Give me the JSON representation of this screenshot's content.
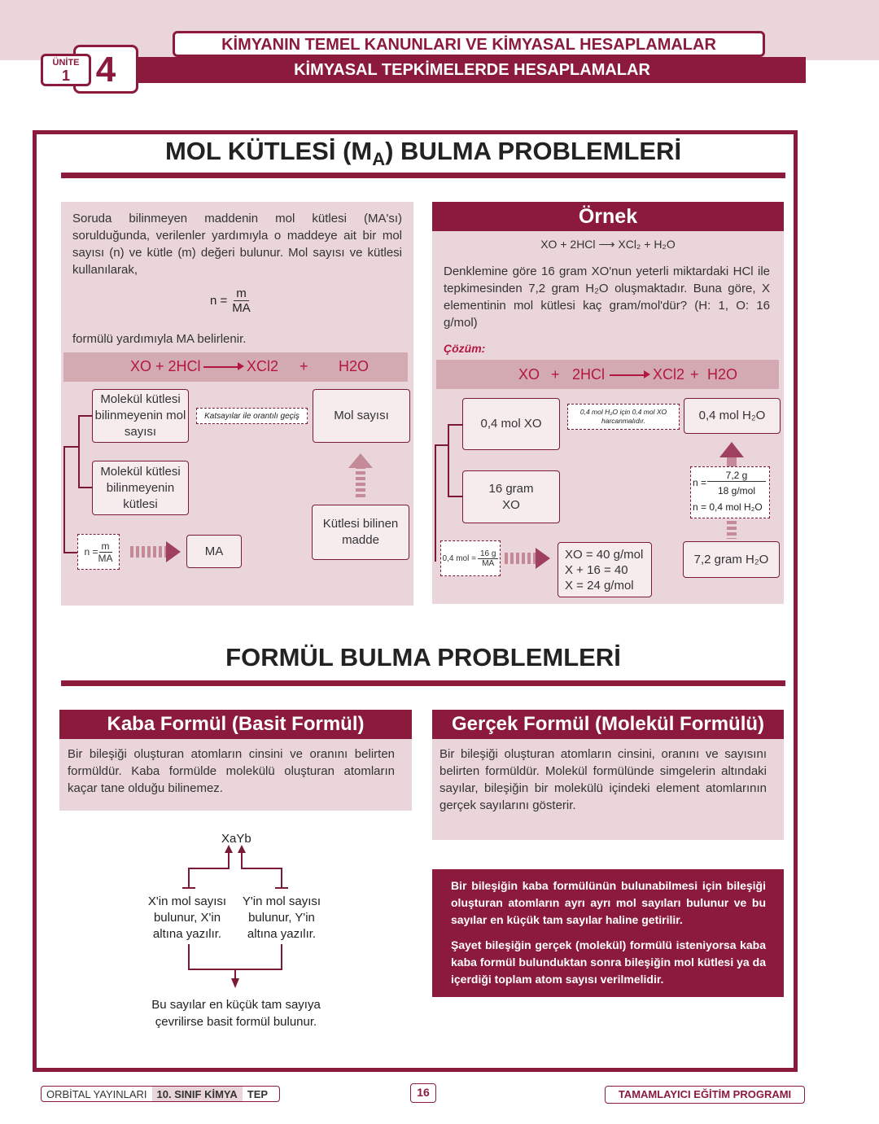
{
  "header": {
    "unit_label": "ÜNİTE",
    "unit_number": "1",
    "chapter_number": "4",
    "title_top": "KİMYANIN TEMEL KANUNLARI VE KİMYASAL HESAPLAMALAR",
    "title_bottom": "KİMYASAL TEPKİMELERDE HESAPLAMALAR"
  },
  "section1": {
    "title_pre": "MOL KÜTLESİ (M",
    "title_sub": "A",
    "title_post": ") BULMA PROBLEMLERİ",
    "left": {
      "p1": "Soruda bilinmeyen maddenin mol kütlesi (MA'sı) sorulduğunda, verilenler yardımıyla o maddeye ait bir mol sayısı (n) ve kütle (m) değeri bulunur. Mol sayısı ve kütlesi kullanılarak,",
      "formula_n": "n =",
      "formula_m": "m",
      "formula_ma": "MA",
      "p2": "formülü yardımıyla MA belirlenir.",
      "equation": [
        "XO + 2HCl",
        "XCl2",
        "+",
        "H2O"
      ],
      "box_mk_mol": "Molekül kütlesi bilinmeyenin mol sayısı",
      "arrow_label": "Katsayılar ile orantılı geçiş",
      "box_mol": "Mol sayısı",
      "box_mk": "Molekül kütlesi bilinmeyenin kütlesi",
      "box_kutlesi": "Kütlesi bilinen madde",
      "box_formula_n": "n =",
      "box_formula_m": "m",
      "box_formula_ma": "MA",
      "box_ma": "MA"
    },
    "right": {
      "title": "Örnek",
      "reaction": "XO + 2HCl ⟶ XCl₂ + H₂O",
      "question": "Denklemine göre 16 gram XO'nun yeterli miktardaki HCl ile tepkimesinden 7,2 gram H₂O oluşmaktadır. Buna göre, X elementinin mol kütlesi kaç gram/mol'dür? (H: 1, O: 16 g/mol)",
      "solution_label": "Çözüm:",
      "eq": [
        "XO",
        "+",
        "2HCl",
        "XCl2",
        "+",
        "H2O"
      ],
      "box_04xo": "0,4 mol XO",
      "note": "0,4 mol H₂O için 0,4 mol XO harcanmalıdır.",
      "box_04h2o": "0,4 mol H₂O",
      "box_16g": "16 gram XO",
      "frac_n": "n =",
      "frac_num": "7,2 g",
      "frac_den": "18 g/mol",
      "frac_result": "n = 0,4 mol H₂O",
      "calc_left": "0,4 mol =",
      "calc_num": "16 g",
      "calc_den": "MA",
      "result_lines": [
        "XO = 40 g/mol",
        "X + 16 = 40",
        "X = 24 g/mol"
      ],
      "box_72": "7,2 gram H₂O"
    }
  },
  "section2": {
    "title": "FORMÜL BULMA PROBLEMLERİ",
    "kaba": {
      "title": "Kaba Formül (Basit Formül)",
      "text": "Bir bileşiği oluşturan atomların cinsini ve oranını belirten formüldür. Kaba formülde molekülü oluşturan atomların kaçar tane olduğu bilinemez.",
      "formula": "XaYb",
      "x_note": "X'in mol sayısı bulunur, X'in altına yazılır.",
      "y_note": "Y'in mol sayısı bulunur, Y'in altına yazılır.",
      "bottom_note": "Bu sayılar en küçük tam sayıya çevrilirse basit formül bulunur."
    },
    "gercek": {
      "title": "Gerçek Formül (Molekül Formülü)",
      "text": "Bir bileşiği oluşturan atomların cinsini, oranını ve sayısını belirten formüldür. Molekül formülünde simgelerin altındaki sayılar, bileşiğin bir molekülü içindeki element atomlarının gerçek sayılarını gösterir."
    },
    "info1": "Bir bileşiğin kaba formülünün bulunabilmesi için bileşiği oluşturan atomların ayrı ayrı mol sayıları bulunur ve bu sayılar en küçük tam sayılar haline getirilir.",
    "info2": "Şayet bileşiğin gerçek (molekül) formülü isteniyorsa kaba kaba formül bulunduktan sonra bileşiğin mol kütlesi ya da içerdiği toplam atom sayısı verilmelidir."
  },
  "footer": {
    "publisher": "ORBİTAL YAYINLARI",
    "grade": "10. SINIF KİMYA",
    "tep": "TEP",
    "page": "16",
    "program": "TAMAMLAYICI EĞİTİM PROGRAMI"
  },
  "colors": {
    "accent": "#8b1a3d",
    "panel": "#ead6da",
    "eq_bar": "#d4aab2"
  }
}
